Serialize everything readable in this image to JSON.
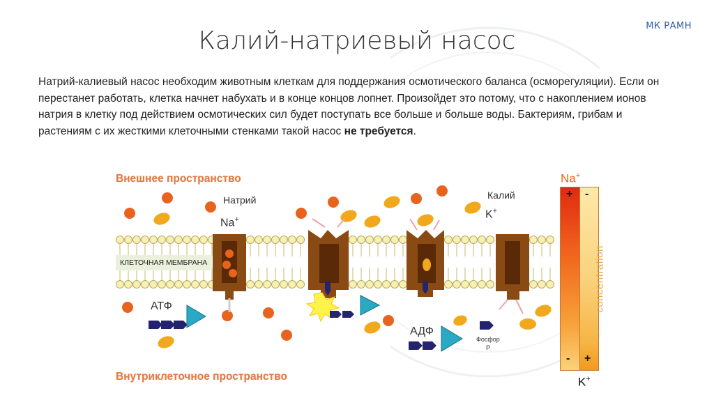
{
  "brand": "МК РАМН",
  "title": "Калий-натриевый насос",
  "paragraph": {
    "main": "Натрий-калиевый насос необходим животным клеткам для поддержания осмотического баланса (осморегуляции). Если он перестанет работать, клетка начнет набухать и в конце концов лопнет. Произойдет это потому, что с накоплением ионов натрия в клетку под действием осмотических сил будет поступать все больше и больше воды. Бактериям, грибам и растениям с их жесткими клеточными стенками такой насос ",
    "bold": "не требуется",
    "end": "."
  },
  "diagram": {
    "outer_label": "Внешнее пространство",
    "inner_label": "Внутриклеточное пространство",
    "membrane_label": "КЛЕТОЧНАЯ МЕМБРАНА",
    "sodium_word": "Натрий",
    "sodium_symbol": "Na",
    "potassium_word": "Калий",
    "potassium_symbol": "K",
    "plus": "+",
    "minus": "-",
    "atp": "АТФ",
    "adp": "АДФ",
    "phosphor": "Фосфор",
    "phosphor_symbol": "P",
    "concentration": "concentration",
    "na_top": "Na",
    "k_bottom": "K",
    "colors": {
      "sodium": "#e8641e",
      "potassium": "#f2a81c",
      "pump": "#7a3d10",
      "label_orange": "#e07b45",
      "phosphate": "#23236e",
      "atp_triangle": "#2aa9c4"
    }
  }
}
